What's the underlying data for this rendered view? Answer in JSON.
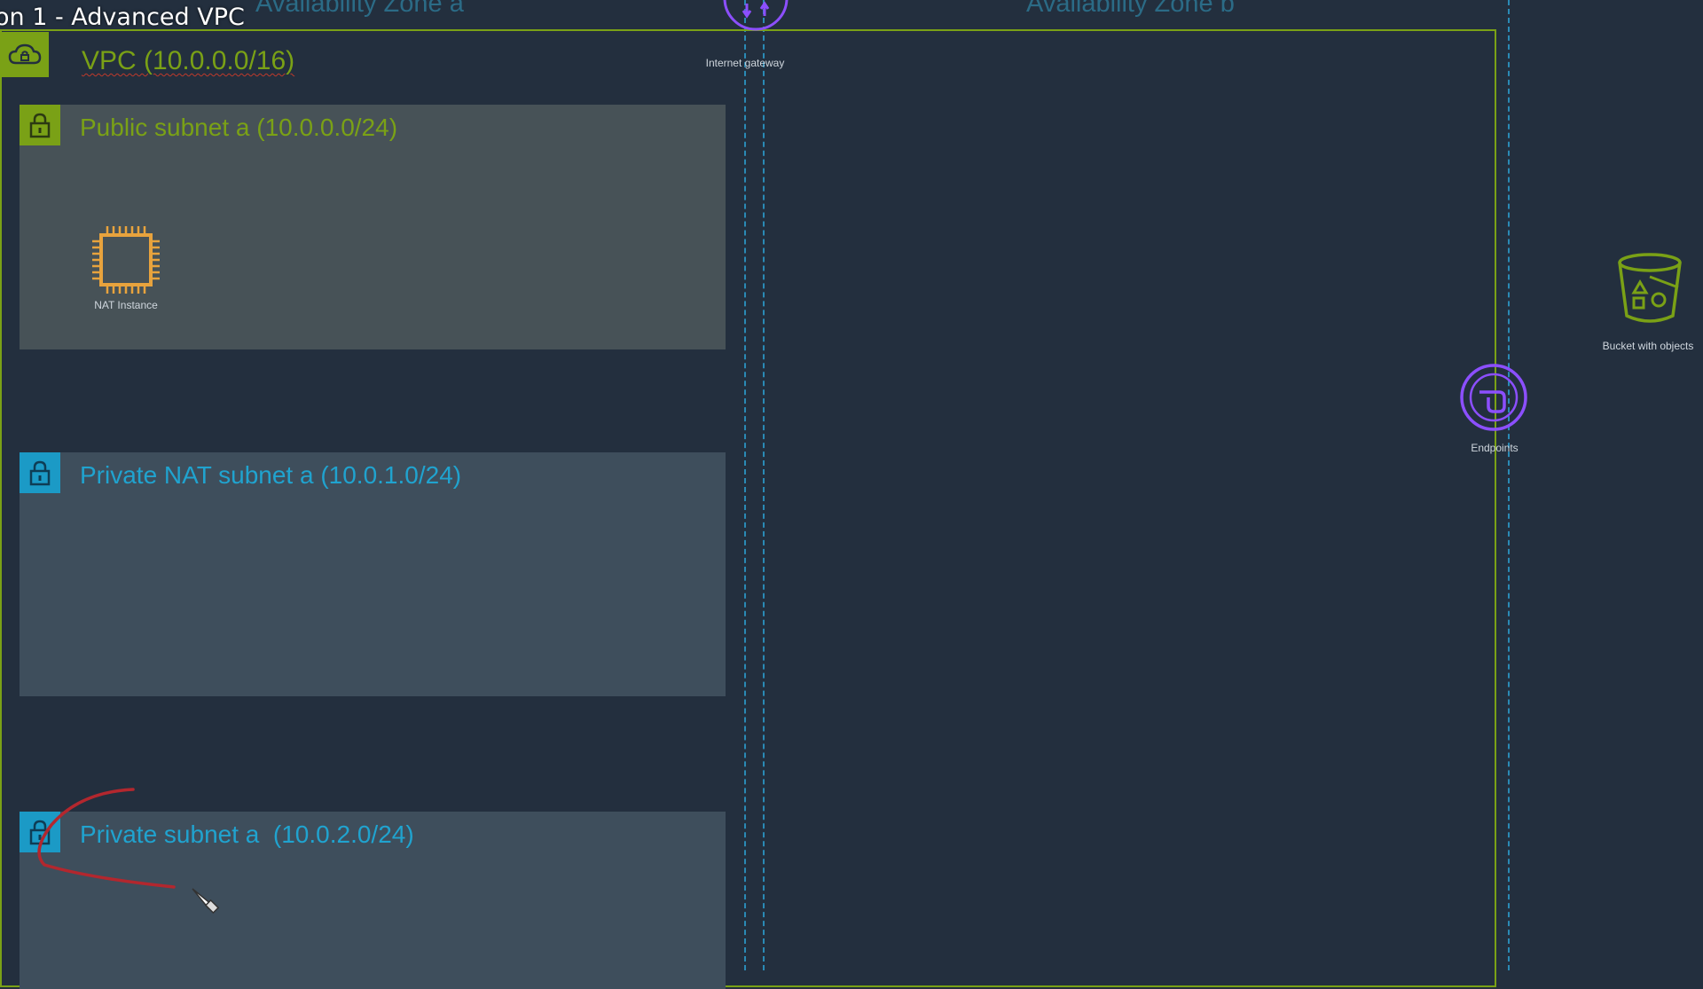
{
  "video": {
    "title": "on 1 - Advanced VPC"
  },
  "zones": {
    "a_label": "Availability Zone a",
    "b_label": "Availability Zone b"
  },
  "vpc": {
    "label": "VPC (10.0.0.0/16)",
    "icon": "vpc-cloud-icon",
    "border_color": "#7aa116"
  },
  "subnets": {
    "public": {
      "label": "Public subnet a (10.0.0.0/24)",
      "icon": "lock-icon",
      "color": "#7aa116"
    },
    "private_nat": {
      "label": "Private NAT subnet a (10.0.1.0/24)",
      "icon": "lock-icon",
      "color": "#1b9ac6"
    },
    "private": {
      "label": "Private subnet a  (10.0.2.0/24)",
      "icon": "lock-icon",
      "color": "#1b9ac6"
    }
  },
  "resources": {
    "internet_gateway": {
      "label": "Internet gateway",
      "icon": "internet-gateway-icon"
    },
    "nat_instance": {
      "label": "NAT Instance",
      "icon": "ec2-chip-icon",
      "color": "#e8a33d"
    },
    "endpoints": {
      "label": "Endpoints",
      "icon": "vpc-endpoint-icon",
      "color": "#8c4fff"
    },
    "bucket": {
      "label": "Bucket with objects",
      "icon": "s3-bucket-icon",
      "color": "#7aa116"
    }
  },
  "colors": {
    "background": "#232f3e",
    "annotation": "#b3272e"
  }
}
